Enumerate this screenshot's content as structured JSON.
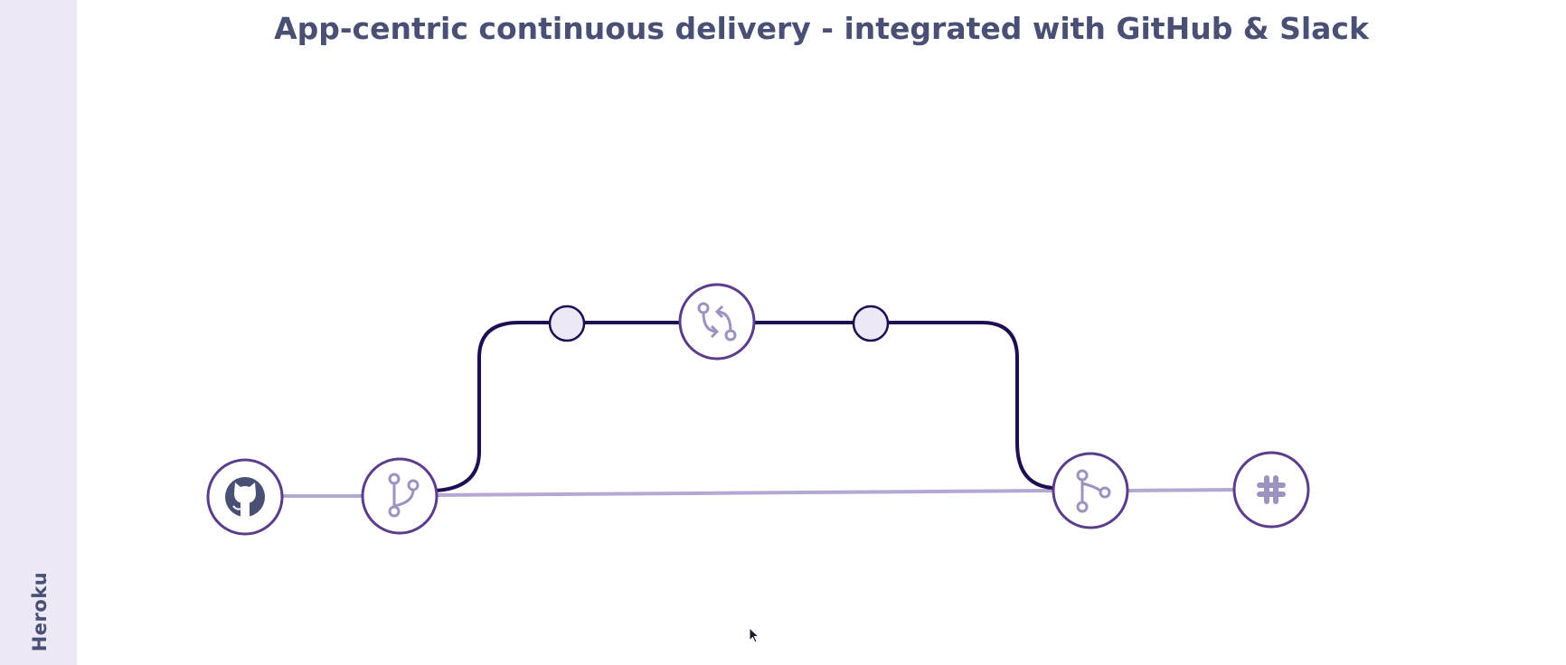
{
  "title": "App-centric continuous delivery - integrated with GitHub & Slack",
  "sidebar": {
    "label": "Heroku"
  },
  "colors": {
    "sidebar_bg": "#ece8f6",
    "title_text": "#4a4f74",
    "node_border": "#5b3d8c",
    "node_fill": "#ffffff",
    "icon_color": "#9e92bf",
    "branch_line": "#1f0f52",
    "main_line": "#b4a8d2",
    "small_node_fill": "#ece8f6"
  },
  "nodes": [
    {
      "id": "github",
      "icon": "github-icon"
    },
    {
      "id": "branch",
      "icon": "git-branch-icon"
    },
    {
      "id": "pull-request",
      "icon": "pull-request-icon"
    },
    {
      "id": "merge",
      "icon": "git-merge-icon"
    },
    {
      "id": "slack",
      "icon": "slack-icon"
    }
  ]
}
